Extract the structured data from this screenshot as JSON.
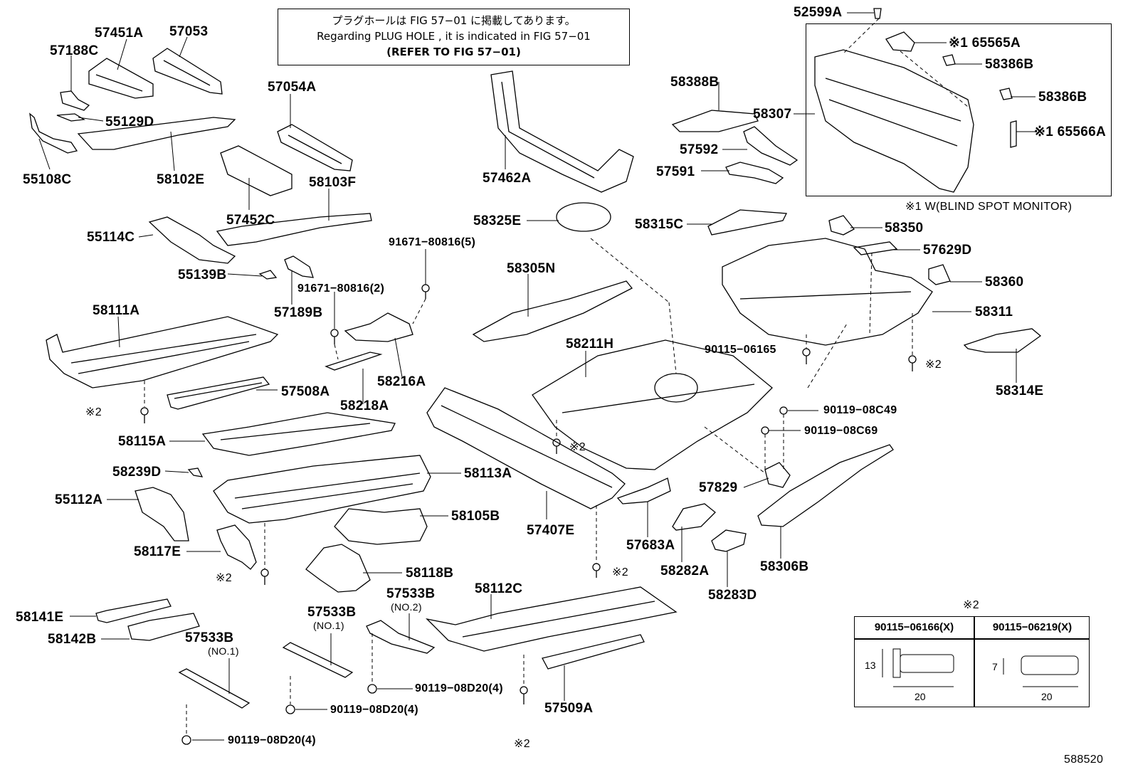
{
  "note": {
    "line_jp": "プラグホールは FIG 57−01 に掲載してあります。",
    "line_en": "Regarding  PLUG  HOLE , it is indicated in FIG 57−01",
    "line_ref": "(REFER TO FIG 57−01)"
  },
  "inset_footnote": "※1 W(BLIND SPOT MONITOR)",
  "labels": {
    "p57451A": "57451A",
    "p57053": "57053",
    "p57188C": "57188C",
    "p55129D": "55129D",
    "p55108C": "55108C",
    "p58102E": "58102E",
    "p57054A": "57054A",
    "p57452C": "57452C",
    "p58103F": "58103F",
    "p55114C": "55114C",
    "p55139B": "55139B",
    "p57189B": "57189B",
    "p91671_5": "91671−80816(5)",
    "p91671_2": "91671−80816(2)",
    "p58111A": "58111A",
    "p57508A": "57508A",
    "p58218A": "58218A",
    "p58216A": "58216A",
    "p58115A": "58115A",
    "p58239D": "58239D",
    "p58113A": "58113A",
    "p55112A": "55112A",
    "p58105B": "58105B",
    "p58117E": "58117E",
    "p58118B": "58118B",
    "p58141E": "58141E",
    "p58142B": "58142B",
    "p57533B_a": "57533B",
    "p57533B_a_sub": "(NO.1)",
    "p57533B_b": "57533B",
    "p57533B_b_sub": "(NO.1)",
    "p57533B_c": "57533B",
    "p57533B_c_sub": "(NO.2)",
    "p90119_d20_1": "90119−08D20(4)",
    "p90119_d20_2": "90119−08D20(4)",
    "p90119_d20_3": "90119−08D20(4)",
    "p58112C": "58112C",
    "p57509A": "57509A",
    "p57462A": "57462A",
    "p58325E": "58325E",
    "p58305N": "58305N",
    "p58211H": "58211H",
    "p57407E": "57407E",
    "p57683A": "57683A",
    "p58282A": "58282A",
    "p58283D": "58283D",
    "p58306B": "58306B",
    "p57829": "57829",
    "p90119_c49": "90119−08C49",
    "p90119_c69": "90119−08C69",
    "p90115_06165": "90115−06165",
    "p58388B": "58388B",
    "p58307": "58307",
    "p57592": "57592",
    "p57591": "57591",
    "p58315C": "58315C",
    "p58350": "58350",
    "p57629D": "57629D",
    "p58360": "58360",
    "p58311": "58311",
    "p58314E": "58314E",
    "p52599A": "52599A",
    "p65565A": "※1 65565A",
    "p58386B_1": "58386B",
    "p58386B_2": "58386B",
    "p65566A": "※1 65566A",
    "ast2": "※2",
    "figno": "588520"
  },
  "table": {
    "title": "※2",
    "col1": "90115−06166(X)",
    "col2": "90115−06219(X)",
    "c1_h": "13",
    "c1_w": "20",
    "c2_h": "7",
    "c2_w": "20"
  }
}
